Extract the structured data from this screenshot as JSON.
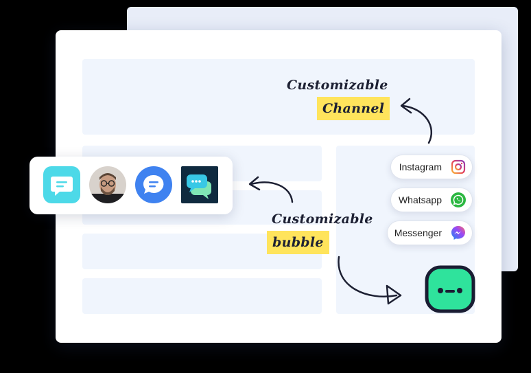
{
  "labels": {
    "channel_line1": "Customizable",
    "channel_line2": "Channel",
    "bubble_line1": "Customizable",
    "bubble_line2": "bubble"
  },
  "bubble_options": [
    {
      "name": "chat-bubble-teal",
      "color": "#4dd9e8"
    },
    {
      "name": "agent-photo",
      "color": "#8a6e5a"
    },
    {
      "name": "chat-bubble-blue",
      "color": "#3f82f0"
    },
    {
      "name": "chat-bubbles-dark",
      "color": "#0f2a3f"
    }
  ],
  "channels": [
    {
      "label": "Instagram",
      "icon": "instagram-icon"
    },
    {
      "label": "Whatsapp",
      "icon": "whatsapp-icon"
    },
    {
      "label": "Messenger",
      "icon": "messenger-icon"
    }
  ],
  "colors": {
    "highlight": "#ffe45c",
    "bot": "#2fe39c",
    "bot_outline": "#1a1d33",
    "placeholder": "#f0f5fd"
  }
}
